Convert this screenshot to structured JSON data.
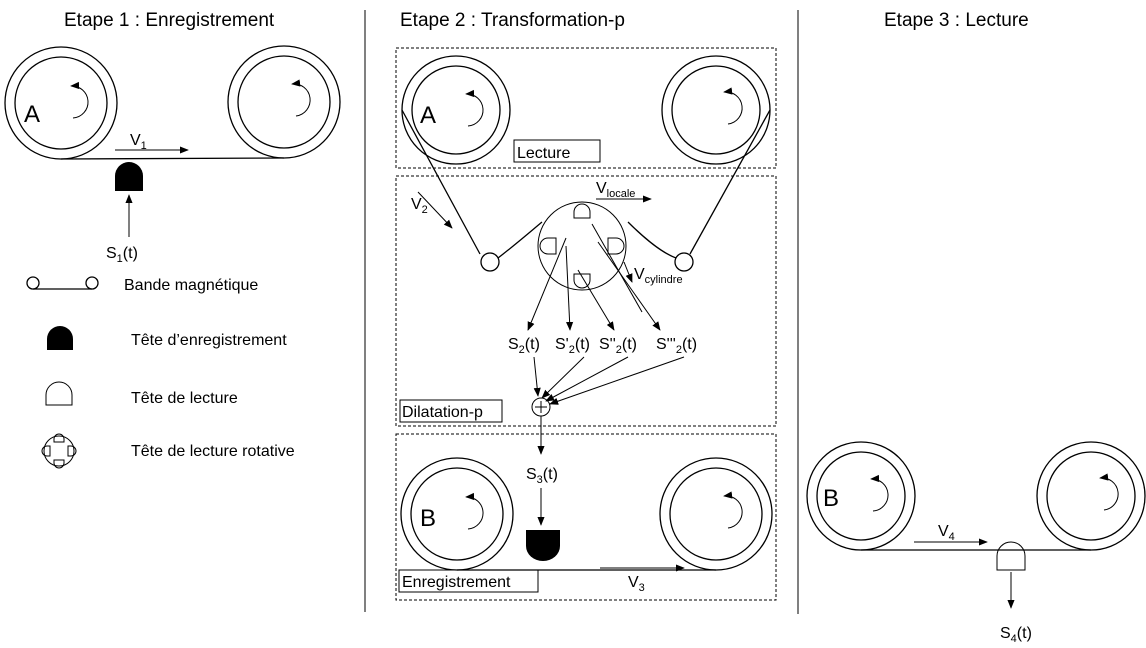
{
  "stages": {
    "stage1": {
      "title": "Etape 1 : Enregistrement"
    },
    "stage2": {
      "title": "Etape 2 : Transformation-p"
    },
    "stage3": {
      "title": "Etape 3 : Lecture"
    }
  },
  "reels": {
    "a": "A",
    "b": "B"
  },
  "labels": {
    "v1": "V",
    "v1_sub": "1",
    "v2": "V",
    "v2_sub": "2",
    "v3": "V",
    "v3_sub": "3",
    "v4": "V",
    "v4_sub": "4",
    "vlocale": "V",
    "vlocale_sub": "locale",
    "vcyl": "V",
    "vcyl_sub": "cylindre",
    "s1": "S",
    "s1_sub": "1",
    "s1_t": "(t)",
    "s2": "S",
    "s2_sub": "2",
    "s2_t": "(t)",
    "s2p": "S'",
    "s2p_sub": "2",
    "s2p_t": "(t)",
    "s2pp": "S''",
    "s2pp_sub": "2",
    "s2pp_t": "(t)",
    "s2ppp": "S'''",
    "s2ppp_sub": "2",
    "s2ppp_t": "(t)",
    "s3": "S",
    "s3_sub": "3",
    "s3_t": "(t)",
    "s4": "S",
    "s4_sub": "4",
    "s4_t": "(t)"
  },
  "boxes": {
    "lecture": "Lecture",
    "dilatation": "Dilatation-p",
    "enregistrement": "Enregistrement"
  },
  "legend": {
    "tape": "Bande magnétique",
    "rec_head": "Tête d’enregistrement",
    "read_head": "Tête de lecture",
    "rot_head": "Tête de lecture rotative"
  }
}
